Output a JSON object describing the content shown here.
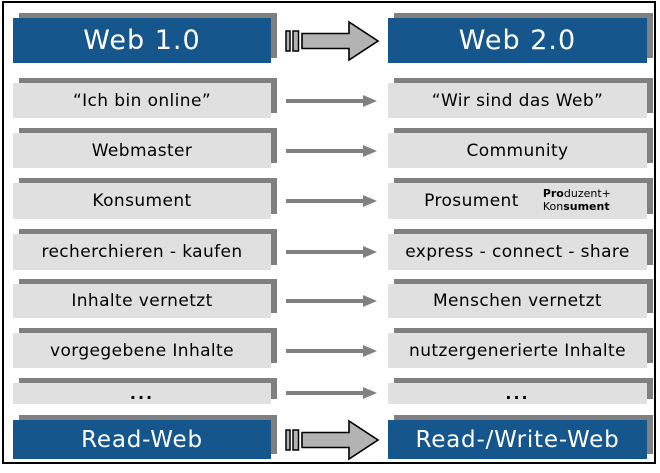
{
  "colors": {
    "header_bg": "#15568C",
    "header_text": "#FFFFFF",
    "box_bg": "#E0E0E0",
    "box_text": "#000000",
    "shadow": "#808080",
    "thin_arrow": "#808080",
    "block_arrow_fill": "#B3B3B3",
    "block_arrow_outline": "#000000",
    "frame_border": "#000000"
  },
  "rows": [
    {
      "left": "Web 1.0",
      "right": "Web 2.0",
      "arrow": "block"
    },
    {
      "left": "“Ich bin online”",
      "right": "“Wir sind das Web”",
      "arrow": "thin"
    },
    {
      "left": "Webmaster",
      "right": "Community",
      "arrow": "thin"
    },
    {
      "left": "Konsument",
      "right": "Prosument",
      "arrow": "thin",
      "annotation": {
        "line1_bold": "Pro",
        "line1_rest": "duzent+",
        "line2_rest": "Kon",
        "line2_bold": "sument"
      }
    },
    {
      "left": "recherchieren - kaufen",
      "right": "express - connect - share",
      "arrow": "thin"
    },
    {
      "left": "Inhalte vernetzt",
      "right": "Menschen vernetzt",
      "arrow": "thin"
    },
    {
      "left": "vorgegebene Inhalte",
      "right": "nutzergenerierte Inhalte",
      "arrow": "thin"
    },
    {
      "left": "...",
      "right": "...",
      "arrow": "thin"
    },
    {
      "left": "Read-Web",
      "right": "Read-/Write-Web",
      "arrow": "block"
    }
  ]
}
